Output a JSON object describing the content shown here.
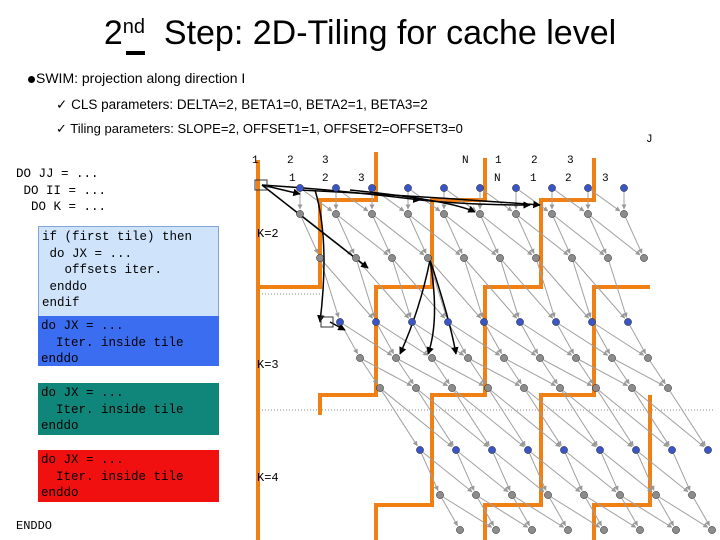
{
  "title": {
    "number": "2",
    "superscript": "nd",
    "text": "Step: 2D-Tiling for cache level"
  },
  "bullets": {
    "main": "SWIM: projection along direction I",
    "check_mark": "✓",
    "sub1": "CLS parameters: DELTA=2, BETA1=0, BETA2=1, BETA3=2",
    "sub2": "Tiling parameters: SLOPE=2, OFFSET1=1, OFFSET2=OFFSET3=0"
  },
  "code": {
    "loop_head": "DO JJ = ...\n DO II = ...\n  DO K = ...",
    "box_if": "if (first tile) then\n do JX = ...\n   offsets iter.\n enddo\nendif",
    "box_blue": "do JX = ...\n  Iter. inside tile\nenddo",
    "box_teal": "do JX = ...\n  Iter. inside tile\nenddo",
    "box_red": "do JX = ...\n  Iter. inside tile\nenddo",
    "end": "ENDDO"
  },
  "diagram": {
    "axis_label": "J",
    "top_labels": [
      "1",
      "2",
      "3",
      "N",
      "1",
      "2",
      "3"
    ],
    "second_labels": [
      "1",
      "2",
      "3",
      "N",
      "1",
      "2",
      "3"
    ],
    "k_labels": [
      "K=2",
      "K=3",
      "K=4"
    ]
  },
  "colors": {
    "tile_border": "#f07f14",
    "dot_blue": "#3a55c8",
    "dot_gray": "#8c8c8c",
    "box_if": "#cfe4fb",
    "box_blue": "#3b6df0",
    "box_teal": "#10857a",
    "box_red": "#f01010"
  }
}
